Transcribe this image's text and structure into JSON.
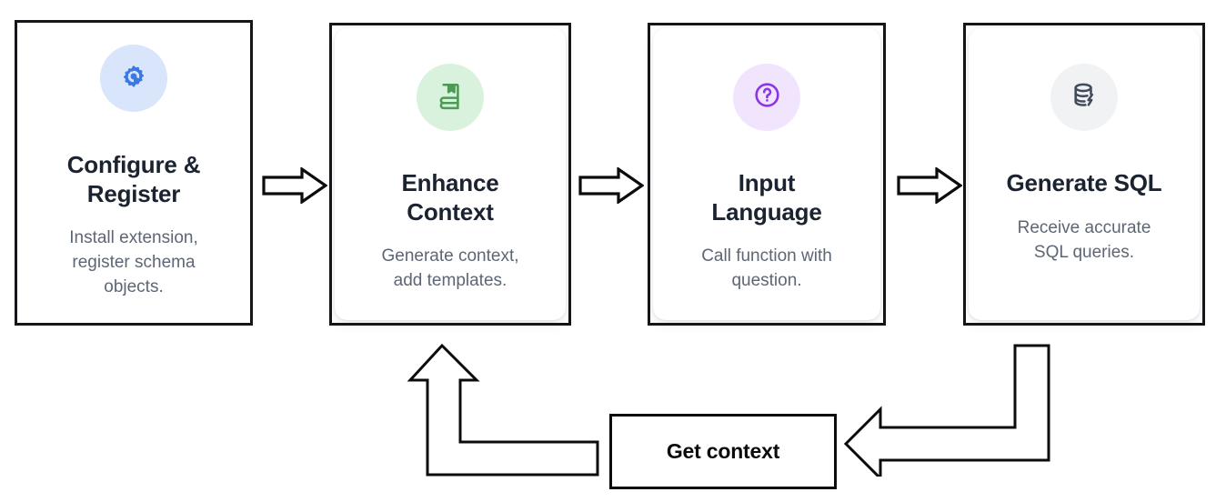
{
  "diagram": {
    "title_semantic": "pg-text-to-sql-workflow",
    "steps": [
      {
        "id": "configure-register",
        "title": "Configure &\nRegister",
        "title_line1": "Configure &",
        "title_line2": "Register",
        "description": "Install extension, register schema objects.",
        "desc_line1": "Install extension,",
        "desc_line2": "register schema",
        "desc_line3": "objects.",
        "icon": "gear-icon",
        "icon_color": "#3b78e0",
        "icon_bg": "#d8e5fb",
        "card_style": "square"
      },
      {
        "id": "enhance-context",
        "title": "Enhance Context",
        "title_line1": "Enhance",
        "title_line2": "Context",
        "description": "Generate context, add templates.",
        "desc_line1": "Generate context,",
        "desc_line2": "add templates.",
        "desc_line3": "",
        "icon": "book-bookmark-icon",
        "icon_color": "#4d9a55",
        "icon_bg": "#d9f2dd",
        "card_style": "rounded"
      },
      {
        "id": "input-language",
        "title": "Input Language",
        "title_line1": "Input",
        "title_line2": "Language",
        "description": "Call function with question.",
        "desc_line1": "Call function with",
        "desc_line2": "question.",
        "desc_line3": "",
        "icon": "question-circle-icon",
        "icon_color": "#8b35e8",
        "icon_bg": "#f1e4fd",
        "card_style": "rounded"
      },
      {
        "id": "generate-sql",
        "title": "Generate SQL",
        "title_line1": "Generate SQL",
        "title_line2": "",
        "description": "Receive accurate SQL queries.",
        "desc_line1": "Receive accurate",
        "desc_line2": "SQL queries.",
        "desc_line3": "",
        "icon": "database-bolt-icon",
        "icon_color": "#414b5a",
        "icon_bg": "#f1f2f4",
        "card_style": "rounded"
      }
    ],
    "connectors": [
      {
        "id": "arrow-step1-step2",
        "icon": "arrow-right-icon"
      },
      {
        "id": "arrow-step2-step3",
        "icon": "arrow-right-icon"
      },
      {
        "id": "arrow-step3-step4",
        "icon": "arrow-right-icon"
      }
    ],
    "feedback_loop": {
      "box_label": "Get context",
      "inbound_arrow": "arrow-left-elbow-icon",
      "outbound_arrow": "arrow-up-elbow-icon",
      "stroke_color": "#0b0c0e",
      "fill_color": "#ffffff"
    }
  },
  "colors": {
    "card_border": "#15161a",
    "title_text": "#1b2330",
    "body_text": "#5d6675",
    "background": "#ffffff"
  }
}
